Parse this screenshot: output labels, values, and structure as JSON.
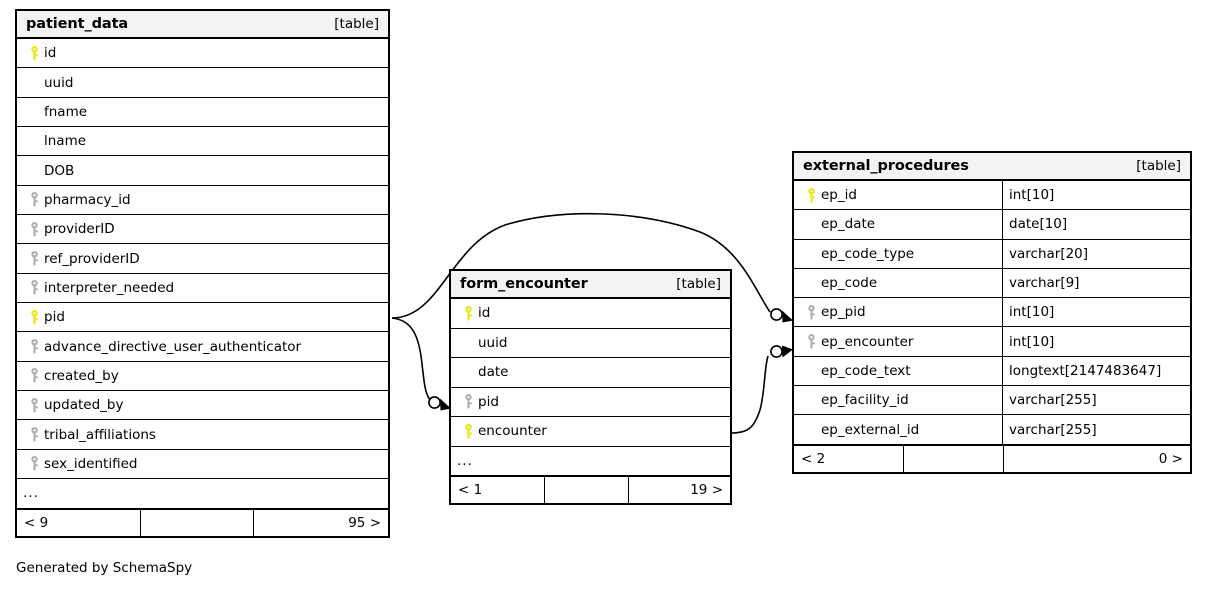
{
  "diagram": {
    "caption": "Generated by SchemaSpy",
    "table_kind_label": "[table]",
    "ellipsis": "...",
    "colors": {
      "primary_key": "#e8e80d",
      "foreign_key": "#b0b0b0",
      "header_background": "#f3f3f3",
      "border": "#000000",
      "background": "#ffffff"
    }
  },
  "tables": [
    {
      "id": "patient_data",
      "name": "patient_data",
      "kind": "[table]",
      "show_types": false,
      "columns": [
        {
          "name": "id",
          "key": "primary",
          "type": ""
        },
        {
          "name": "uuid",
          "key": "none",
          "type": ""
        },
        {
          "name": "fname",
          "key": "none",
          "type": ""
        },
        {
          "name": "lname",
          "key": "none",
          "type": ""
        },
        {
          "name": "DOB",
          "key": "none",
          "type": ""
        },
        {
          "name": "pharmacy_id",
          "key": "foreign",
          "type": ""
        },
        {
          "name": "providerID",
          "key": "foreign",
          "type": ""
        },
        {
          "name": "ref_providerID",
          "key": "foreign",
          "type": ""
        },
        {
          "name": "interpreter_needed",
          "key": "foreign",
          "type": ""
        },
        {
          "name": "pid",
          "key": "primary",
          "type": ""
        },
        {
          "name": "advance_directive_user_authenticator",
          "key": "foreign",
          "type": ""
        },
        {
          "name": "created_by",
          "key": "foreign",
          "type": ""
        },
        {
          "name": "updated_by",
          "key": "foreign",
          "type": ""
        },
        {
          "name": "tribal_affiliations",
          "key": "foreign",
          "type": ""
        },
        {
          "name": "sex_identified",
          "key": "foreign",
          "type": ""
        }
      ],
      "has_ellipsis_row": true,
      "footer": {
        "left": "< 9",
        "middle": "",
        "right": "95 >"
      }
    },
    {
      "id": "form_encounter",
      "name": "form_encounter",
      "kind": "[table]",
      "show_types": false,
      "columns": [
        {
          "name": "id",
          "key": "primary",
          "type": ""
        },
        {
          "name": "uuid",
          "key": "none",
          "type": ""
        },
        {
          "name": "date",
          "key": "none",
          "type": ""
        },
        {
          "name": "pid",
          "key": "foreign",
          "type": ""
        },
        {
          "name": "encounter",
          "key": "primary",
          "type": ""
        }
      ],
      "has_ellipsis_row": true,
      "footer": {
        "left": "< 1",
        "middle": "",
        "right": "19 >"
      }
    },
    {
      "id": "external_procedures",
      "name": "external_procedures",
      "kind": "[table]",
      "show_types": true,
      "columns": [
        {
          "name": "ep_id",
          "key": "primary",
          "type": "int[10]"
        },
        {
          "name": "ep_date",
          "key": "none",
          "type": "date[10]"
        },
        {
          "name": "ep_code_type",
          "key": "none",
          "type": "varchar[20]"
        },
        {
          "name": "ep_code",
          "key": "none",
          "type": "varchar[9]"
        },
        {
          "name": "ep_pid",
          "key": "foreign",
          "type": "int[10]"
        },
        {
          "name": "ep_encounter",
          "key": "foreign",
          "type": "int[10]"
        },
        {
          "name": "ep_code_text",
          "key": "none",
          "type": "longtext[2147483647]"
        },
        {
          "name": "ep_facility_id",
          "key": "none",
          "type": "varchar[255]"
        },
        {
          "name": "ep_external_id",
          "key": "none",
          "type": "varchar[255]"
        }
      ],
      "has_ellipsis_row": false,
      "footer": {
        "left": "< 2",
        "middle": "",
        "right": "0 >"
      }
    }
  ],
  "relationships": [
    {
      "from_table": "patient_data",
      "from_column": "pid",
      "to_table": "external_procedures",
      "to_column": "ep_pid"
    },
    {
      "from_table": "patient_data",
      "from_column": "pid",
      "to_table": "form_encounter",
      "to_column": "pid"
    },
    {
      "from_table": "form_encounter",
      "from_column": "encounter",
      "to_table": "external_procedures",
      "to_column": "ep_encounter"
    }
  ]
}
